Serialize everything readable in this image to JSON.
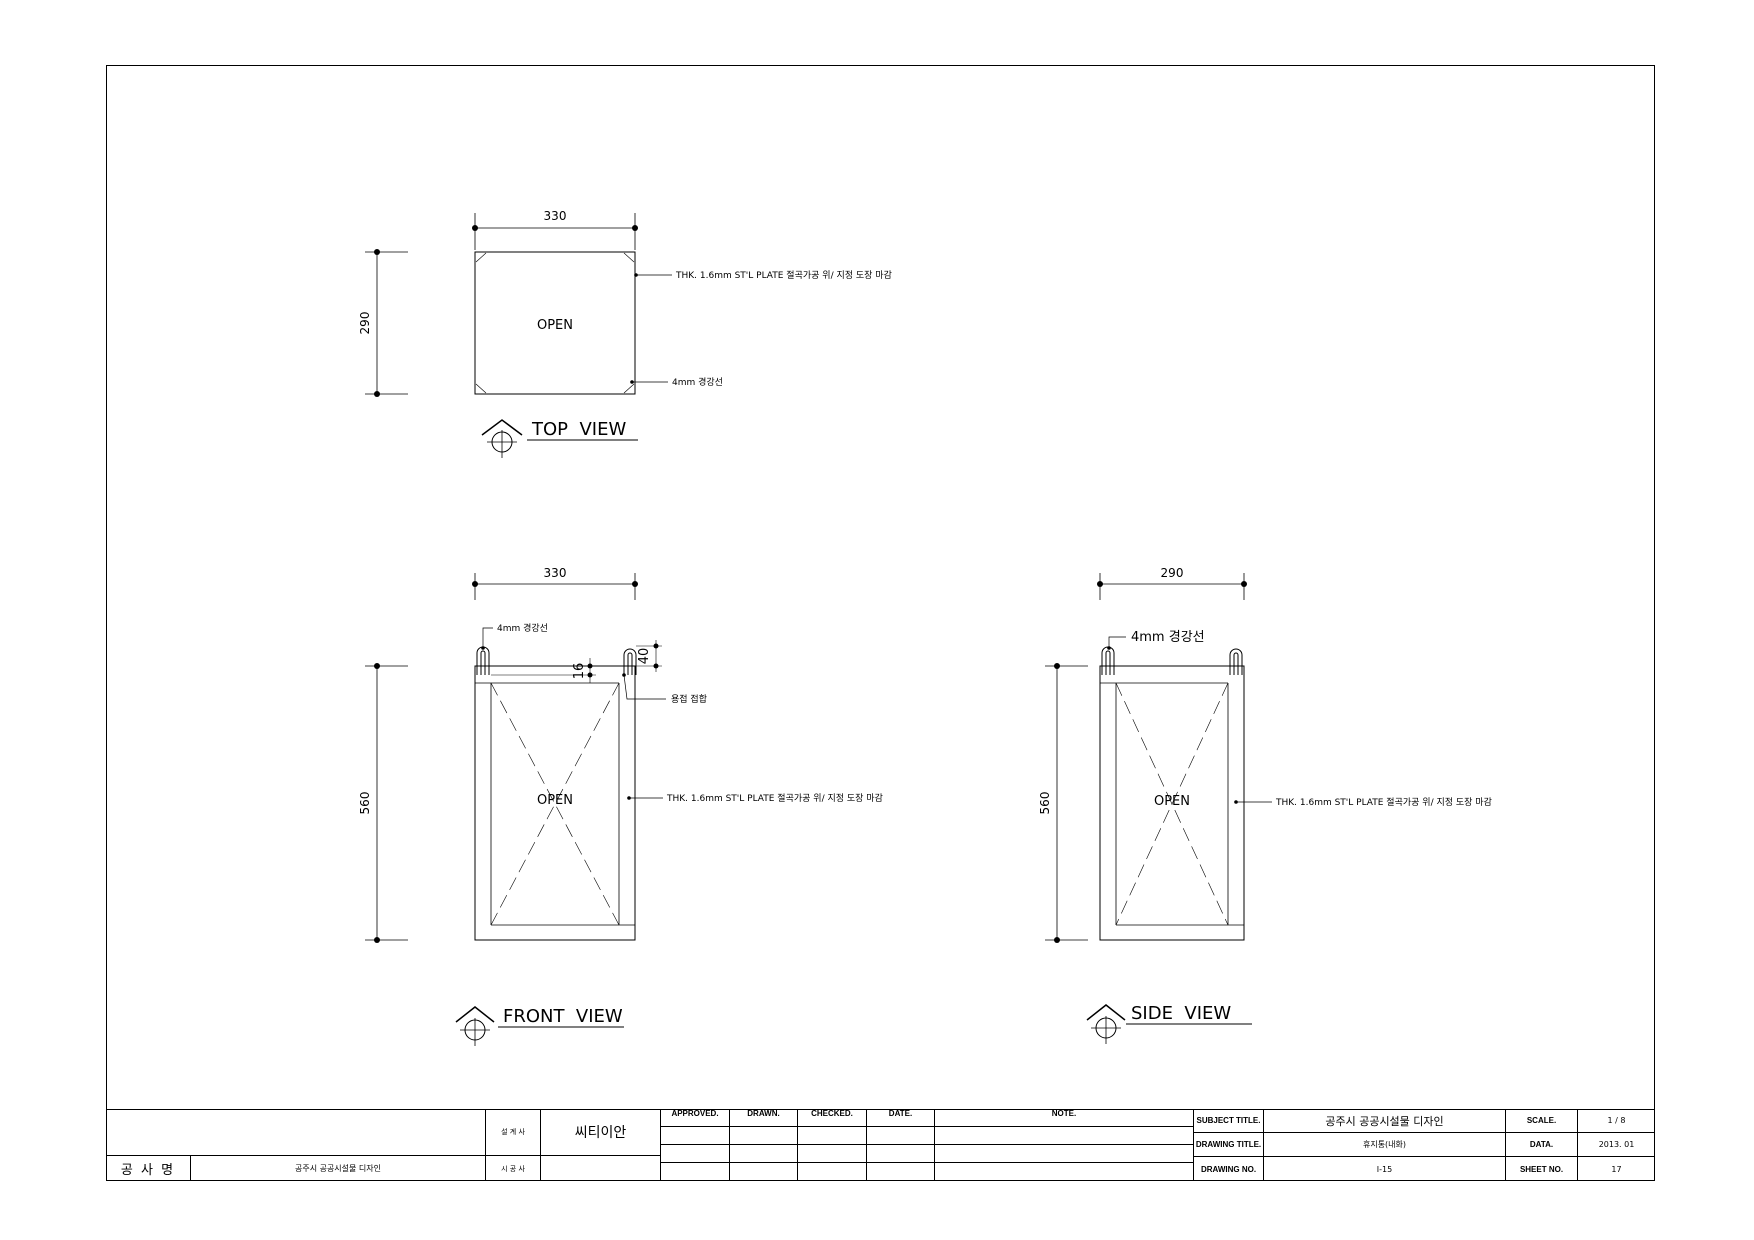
{
  "top_view": {
    "width_dim": "330",
    "height_dim": "290",
    "open_label": "OPEN",
    "plate_note": "THK. 1.6mm ST'L PLATE 절곡가공 위/ 지정 도장 마감",
    "wire_note": "4mm 경강선",
    "title": "TOP  VIEW"
  },
  "front_view": {
    "width_dim": "330",
    "height_dim": "560",
    "wire_note": "4mm 경강선",
    "dim_16": "16",
    "dim_40": "40",
    "weld_note": "용접 접합",
    "open_label": "OPEN",
    "plate_note": "THK. 1.6mm ST'L PLATE 절곡가공 위/ 지정 도장 마감",
    "title": "FRONT  VIEW"
  },
  "side_view": {
    "width_dim": "290",
    "height_dim": "560",
    "wire_note": "4mm 경강선",
    "open_label": "OPEN",
    "plate_note": "THK. 1.6mm ST'L PLATE 절곡가공 위/ 지정 도장 마감",
    "title": "SIDE  VIEW"
  },
  "title_block": {
    "project_label": "공 사 명",
    "project_name": "공주시 공공시설물 디자인",
    "designer_label": "설 계 사",
    "designer_name": "씨티이안",
    "builder_label": "시 공 사",
    "approved": "APPROVED.",
    "drawn": "DRAWN.",
    "checked": "CHECKED.",
    "date": "DATE.",
    "note": "NOTE.",
    "subject_title_label": "SUBJECT  TITLE.",
    "subject_title": "공주시 공공시설물 디자인",
    "drawing_title_label": "DRAWING TITLE.",
    "drawing_title": "휴지통(내화)",
    "drawing_no_label": "DRAWING NO.",
    "drawing_no": "I-15",
    "scale_label": "SCALE.",
    "scale": "1 / 8",
    "data_label": "DATA.",
    "data": "2013. 01",
    "sheet_no_label": "SHEET NO.",
    "sheet_no": "17"
  }
}
